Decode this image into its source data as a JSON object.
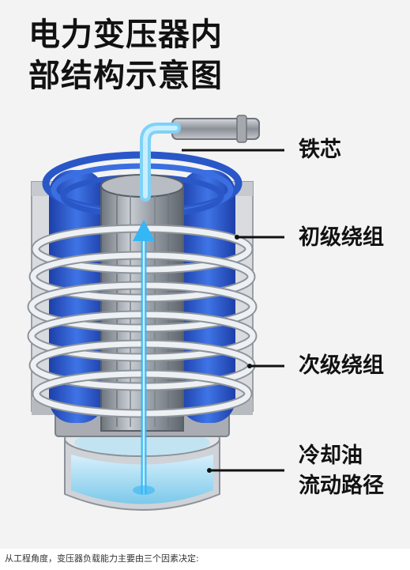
{
  "title": {
    "line1": "电力变压器内",
    "line2": "部结构示意图"
  },
  "labels": {
    "core": "铁芯",
    "primary_winding": "初级绕组",
    "secondary_winding": "次级绕组",
    "cooling_oil_line1": "冷却油",
    "cooling_oil_line2": "流动路径"
  },
  "caption": "从工程角度，变压器负载能力主要由三个因素决定:",
  "colors": {
    "background": "#f3f3f3",
    "primary_coil": "#2f5fd0",
    "secondary_coil": "#e8ecf0",
    "core_steel": "#9aa0a8",
    "oil": "#9fd8f0",
    "flow_arrow": "#35b6f5"
  }
}
